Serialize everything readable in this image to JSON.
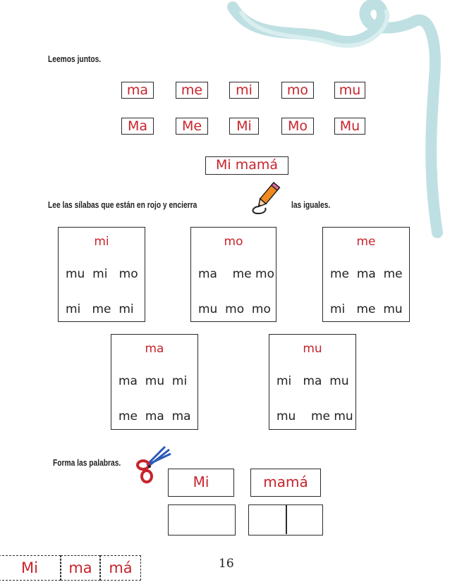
{
  "header": {
    "instruction": "Leemos juntos."
  },
  "syllables_lower": [
    "ma",
    "me",
    "mi",
    "mo",
    "mu"
  ],
  "syllables_upper": [
    "Ma",
    "Me",
    "Mi",
    "Mo",
    "Mu"
  ],
  "phrase": "Mi mamá",
  "exercise2": {
    "instruction_left": "Lee las sílabas que están en rojo y encierra",
    "instruction_right": "las iguales.",
    "icon": "pencil-icon",
    "groups": [
      {
        "target": "mi",
        "row1": "mu  mi   mo",
        "row2": "mi   me  mi"
      },
      {
        "target": "mo",
        "row1": "ma    me mo",
        "row2": "mu  mo  mo"
      },
      {
        "target": "me",
        "row1": "me  ma  me",
        "row2": "mi   me  mu"
      },
      {
        "target": "ma",
        "row1": "ma  mu  mi",
        "row2": "me  ma  ma"
      },
      {
        "target": "mu",
        "row1": "mi   ma  mu",
        "row2": "mu    me mu"
      }
    ]
  },
  "exercise3": {
    "instruction": "Forma las palabras.",
    "icon": "scissors-icon",
    "words": [
      "Mi",
      "mamá"
    ],
    "cutouts": [
      "Mi",
      "ma",
      "má"
    ]
  },
  "page_number": "16",
  "colors": {
    "accent_red": "#c8242c",
    "swirl_blue": "#bfe0e2",
    "pencil_orange": "#f08a1e"
  }
}
